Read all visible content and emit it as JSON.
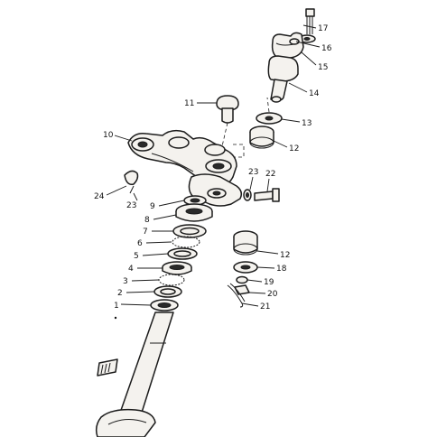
{
  "diagram": {
    "callouts": {
      "p1": "1",
      "p2": "2",
      "p3": "3",
      "p4": "4",
      "p5": "5",
      "p6": "6",
      "p7": "7",
      "p8": "8",
      "p9": "9",
      "p10": "10",
      "p11": "11",
      "p12a": "12",
      "p12b": "12",
      "p13": "13",
      "p14": "14",
      "p15": "15",
      "p16": "16",
      "p17": "17",
      "p18": "18",
      "p19": "19",
      "p20": "20",
      "p21": "21",
      "p22": "22",
      "p23a": "23",
      "p23b": "23",
      "p24": "24"
    }
  }
}
